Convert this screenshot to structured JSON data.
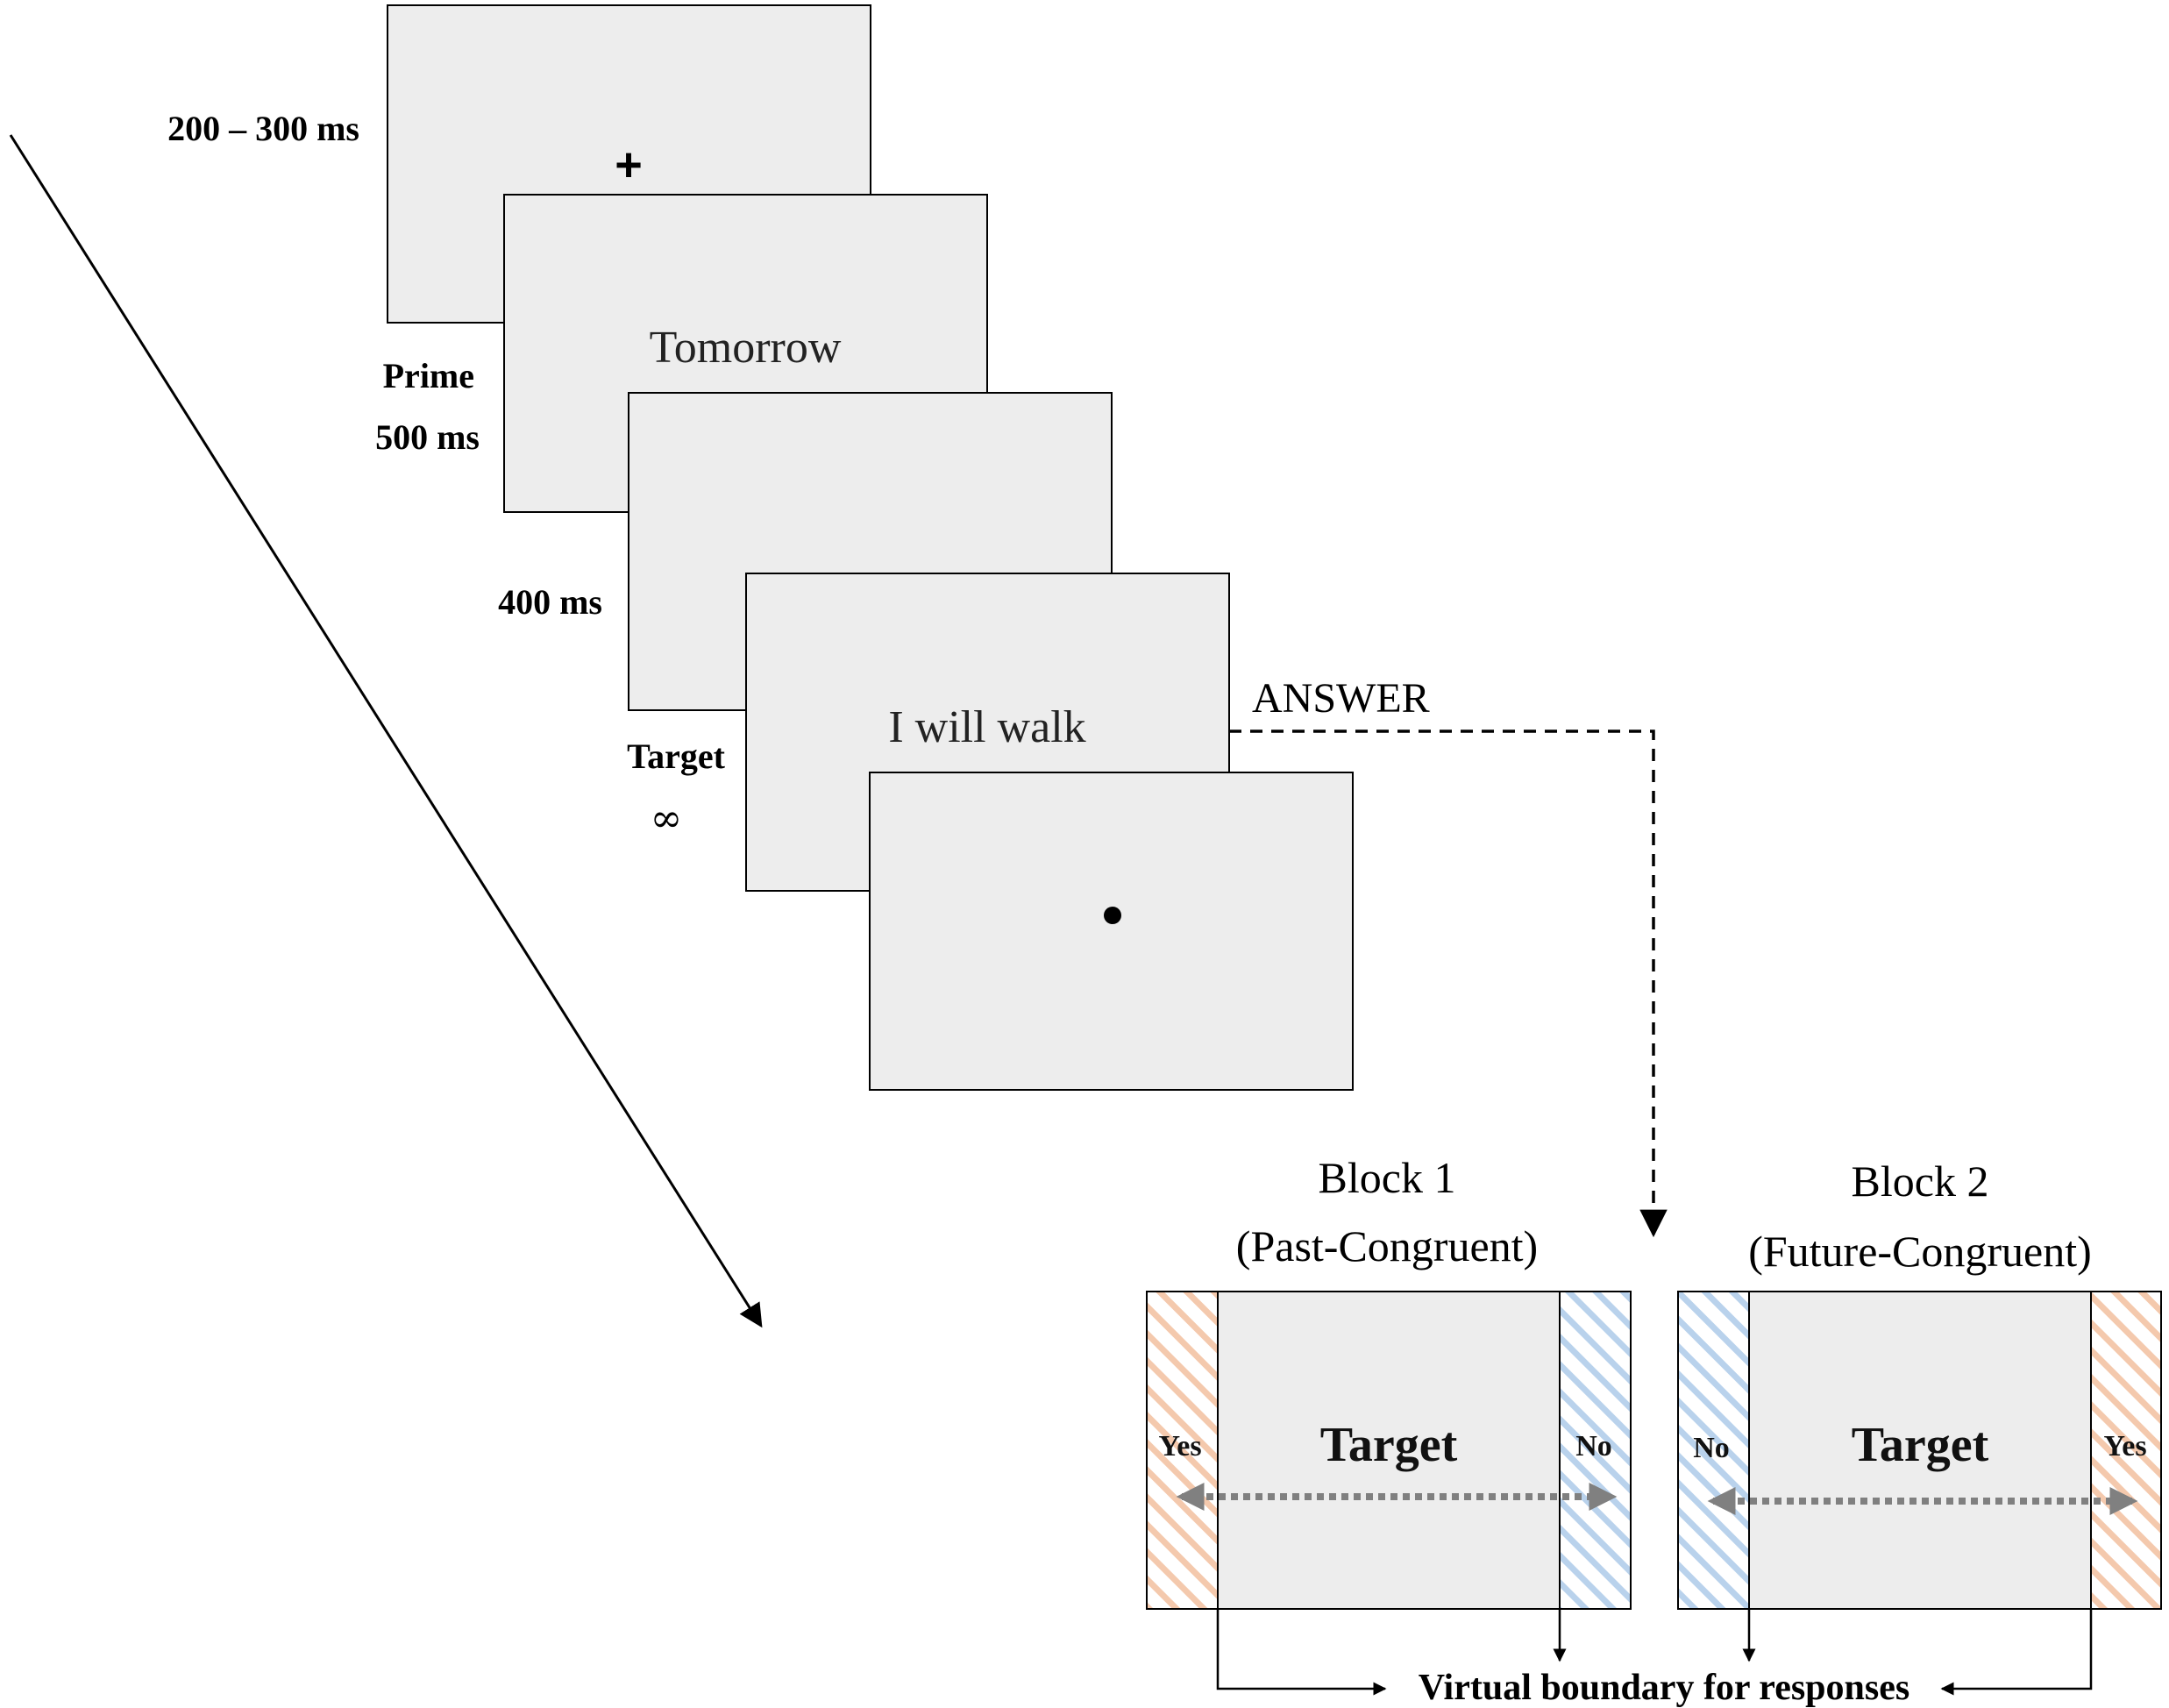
{
  "timeline": {
    "fixation_duration": "200 – 300 ms",
    "prime_label": "Prime",
    "prime_duration": "500 ms",
    "blank_duration": "400 ms",
    "target_label": "Target",
    "target_duration": "∞"
  },
  "screens": {
    "fixation_symbol": "+",
    "prime_word": "Tomorrow",
    "target_phrase": "I will walk",
    "response_dot": "•"
  },
  "answer_label": "ANSWER",
  "blocks": [
    {
      "title": "Block 1",
      "subtitle": "(Past-Congruent)",
      "center_label": "Target",
      "left_label": "Yes",
      "right_label": "No"
    },
    {
      "title": "Block 2",
      "subtitle": "(Future-Congruent)",
      "center_label": "Target",
      "left_label": "No",
      "right_label": "Yes"
    }
  ],
  "boundary_label": "Virtual boundary for responses",
  "colors": {
    "screen_fill": "#ededed",
    "past_stripe": "#f4c9ad",
    "future_stripe": "#b9d2ec",
    "dotted_arrow": "#808080"
  }
}
